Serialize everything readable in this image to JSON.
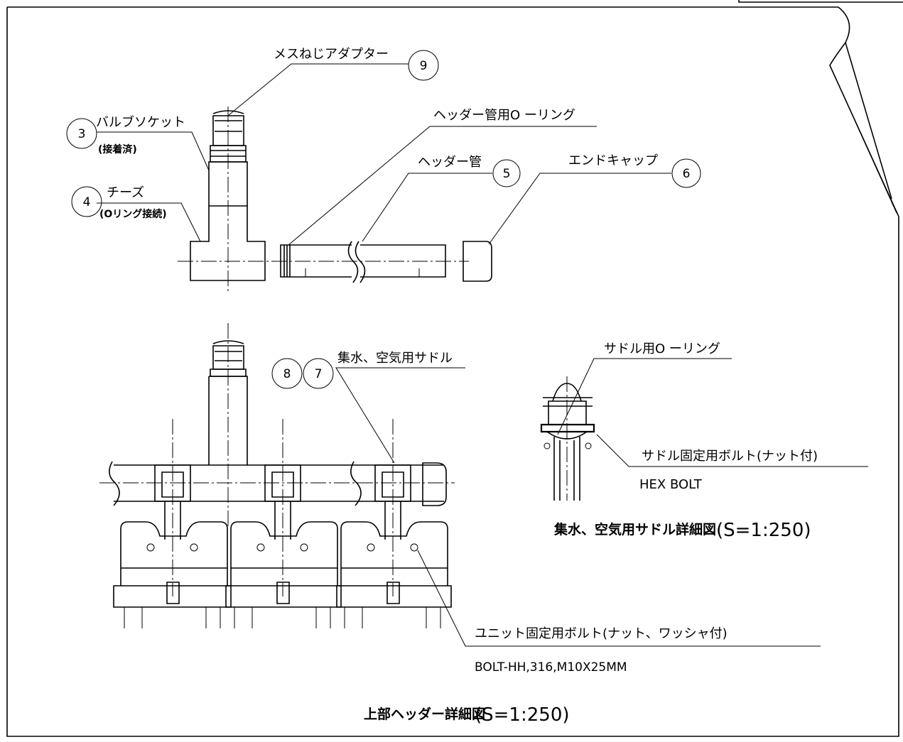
{
  "callouts": {
    "adapter": {
      "label": "メスねじアダプター",
      "number": "9"
    },
    "valve_socket": {
      "label": "バルブソケット",
      "note": "(接着済)",
      "number": "3"
    },
    "tee": {
      "label": "チーズ",
      "note": "(Oリング接続)",
      "number": "4"
    },
    "header_oring": {
      "label": "ヘッダー管用O ーリング"
    },
    "header_pipe": {
      "label": "ヘッダー管",
      "number": "5"
    },
    "end_cap": {
      "label": "エンドキャップ",
      "number": "6"
    },
    "saddle": {
      "label": "集水、空気用サドル",
      "numbers": [
        "8",
        "7"
      ]
    },
    "saddle_oring": {
      "label": "サドル用O ーリング"
    },
    "saddle_bolt": {
      "label": "サドル固定用ボルト(ナット付)",
      "spec": "HEX BOLT"
    },
    "unit_bolt": {
      "label": "ユニット固定用ボルト(ナット、ワッシャ付)",
      "spec": "BOLT-HH,316,M10X25MM"
    }
  },
  "titles": {
    "saddle_detail": "集水、空気用サドル詳細図",
    "saddle_detail_scale": "(S=1:250)",
    "header_detail": "上部ヘッダー詳細図",
    "header_detail_scale": "(S=1:250)"
  }
}
